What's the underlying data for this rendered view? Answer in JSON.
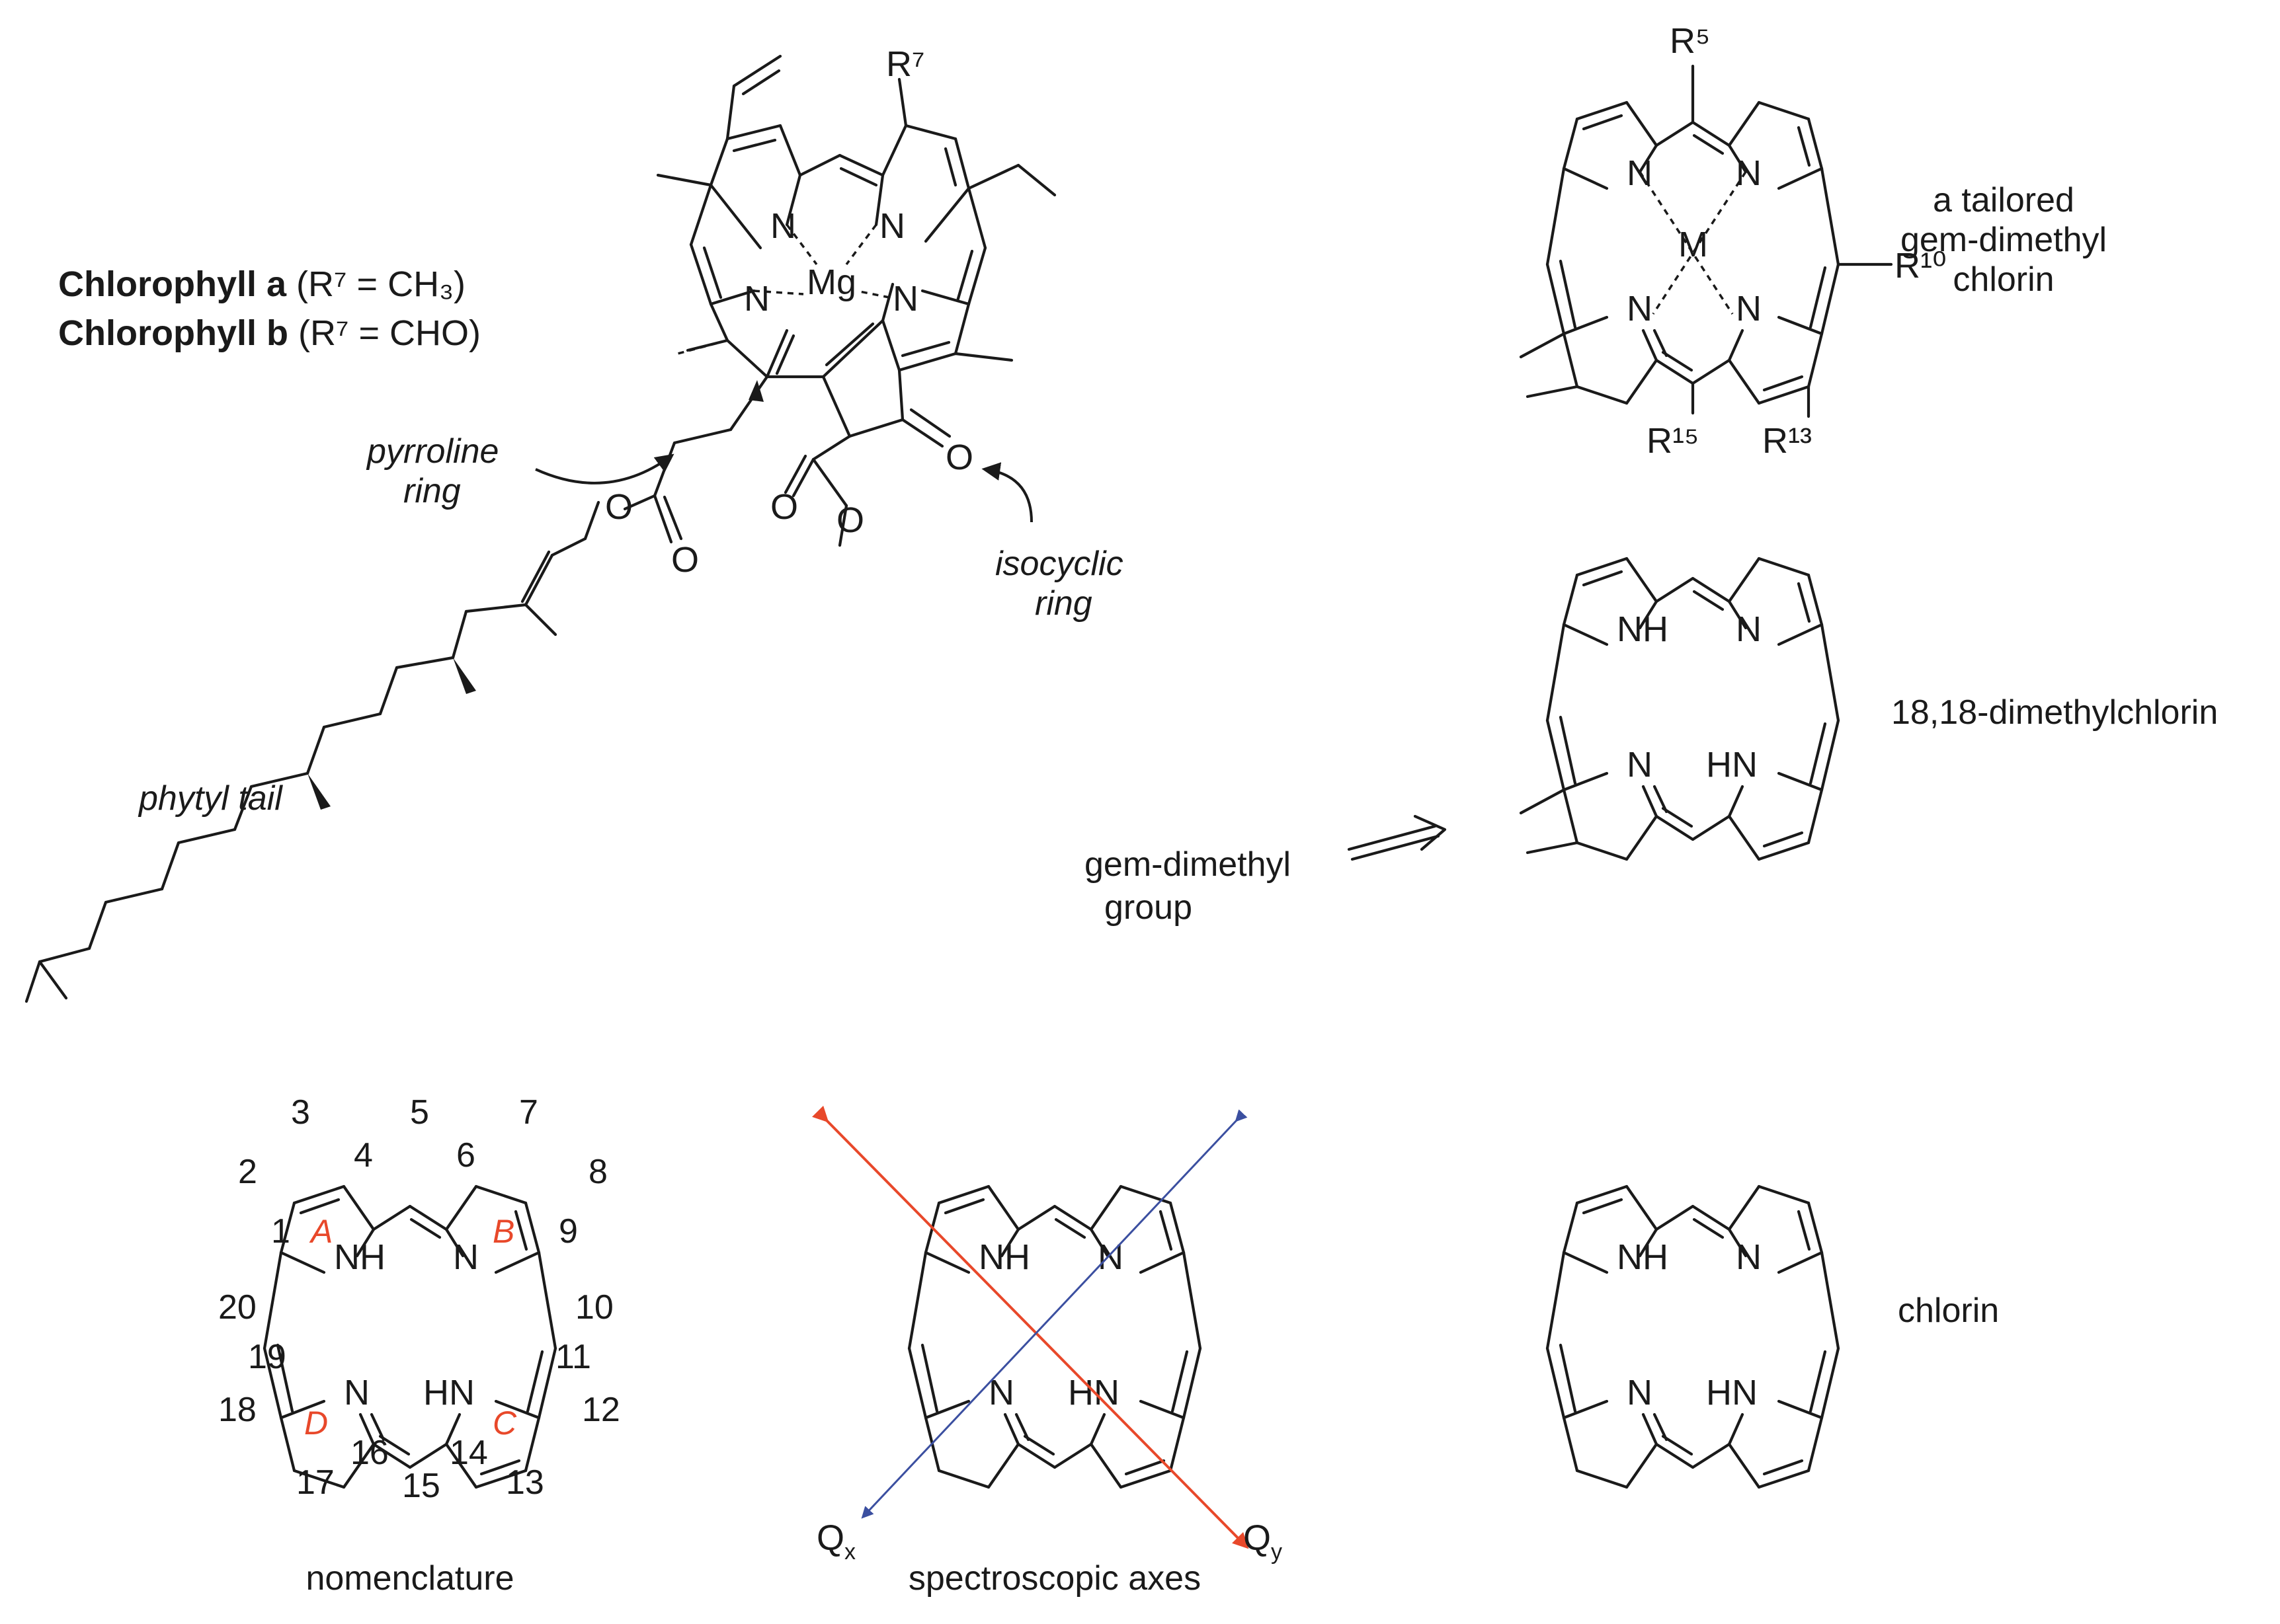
{
  "title_lines": {
    "chl_a_bold": "Chlorophyll a",
    "chl_a_rest": " (R⁷ = CH₃)",
    "chl_b_bold": "Chlorophyll b",
    "chl_b_rest": " (R⁷ = CHO)"
  },
  "chlorophyll": {
    "metal": "Mg",
    "n": "N",
    "r7": "R⁷",
    "o": "O",
    "pyrroline_label": [
      "pyrroline",
      "ring"
    ],
    "isocyclic_label": [
      "isocyclic",
      "ring"
    ],
    "tail_label": "phytyl tail"
  },
  "tailored": {
    "metal": "M",
    "r5": "R⁵",
    "r10": "R¹⁰",
    "r13": "R¹³",
    "r15": "R¹⁵",
    "caption": [
      "a tailored",
      "gem-dimethyl",
      "chlorin"
    ]
  },
  "dimethylchlorin": {
    "nh": "NH",
    "hn": "HN",
    "n": "N",
    "caption": "18,18-dimethylchlorin",
    "arrow_label": [
      "gem-dimethyl",
      "group"
    ]
  },
  "nomenclature": {
    "positions": [
      "1",
      "2",
      "3",
      "4",
      "5",
      "6",
      "7",
      "8",
      "9",
      "10",
      "11",
      "12",
      "13",
      "14",
      "15",
      "16",
      "17",
      "18",
      "19",
      "20"
    ],
    "rings": [
      "A",
      "B",
      "C",
      "D"
    ],
    "caption": "nomenclature"
  },
  "spectroscopic": {
    "qx": "Q",
    "qx_sub": "x",
    "qy": "Q",
    "qy_sub": "y",
    "caption": "spectroscopic axes",
    "axis_colors": {
      "qx": "#3b4fa0",
      "qy": "#e8482a"
    }
  },
  "chlorin": {
    "caption": "chlorin"
  }
}
